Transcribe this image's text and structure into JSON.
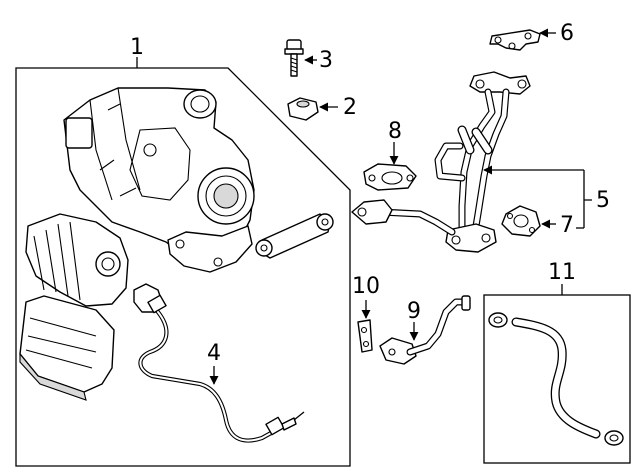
{
  "callouts": [
    {
      "id": "1",
      "text": "1"
    },
    {
      "id": "2",
      "text": "2"
    },
    {
      "id": "3",
      "text": "3"
    },
    {
      "id": "4",
      "text": "4"
    },
    {
      "id": "5",
      "text": "5"
    },
    {
      "id": "6",
      "text": "6"
    },
    {
      "id": "7",
      "text": "7"
    },
    {
      "id": "8",
      "text": "8"
    },
    {
      "id": "9",
      "text": "9"
    },
    {
      "id": "10",
      "text": "10"
    },
    {
      "id": "11",
      "text": "11"
    }
  ],
  "colors": {
    "ink": "#000000",
    "paper": "#ffffff",
    "shade": "#d9d9d9"
  }
}
